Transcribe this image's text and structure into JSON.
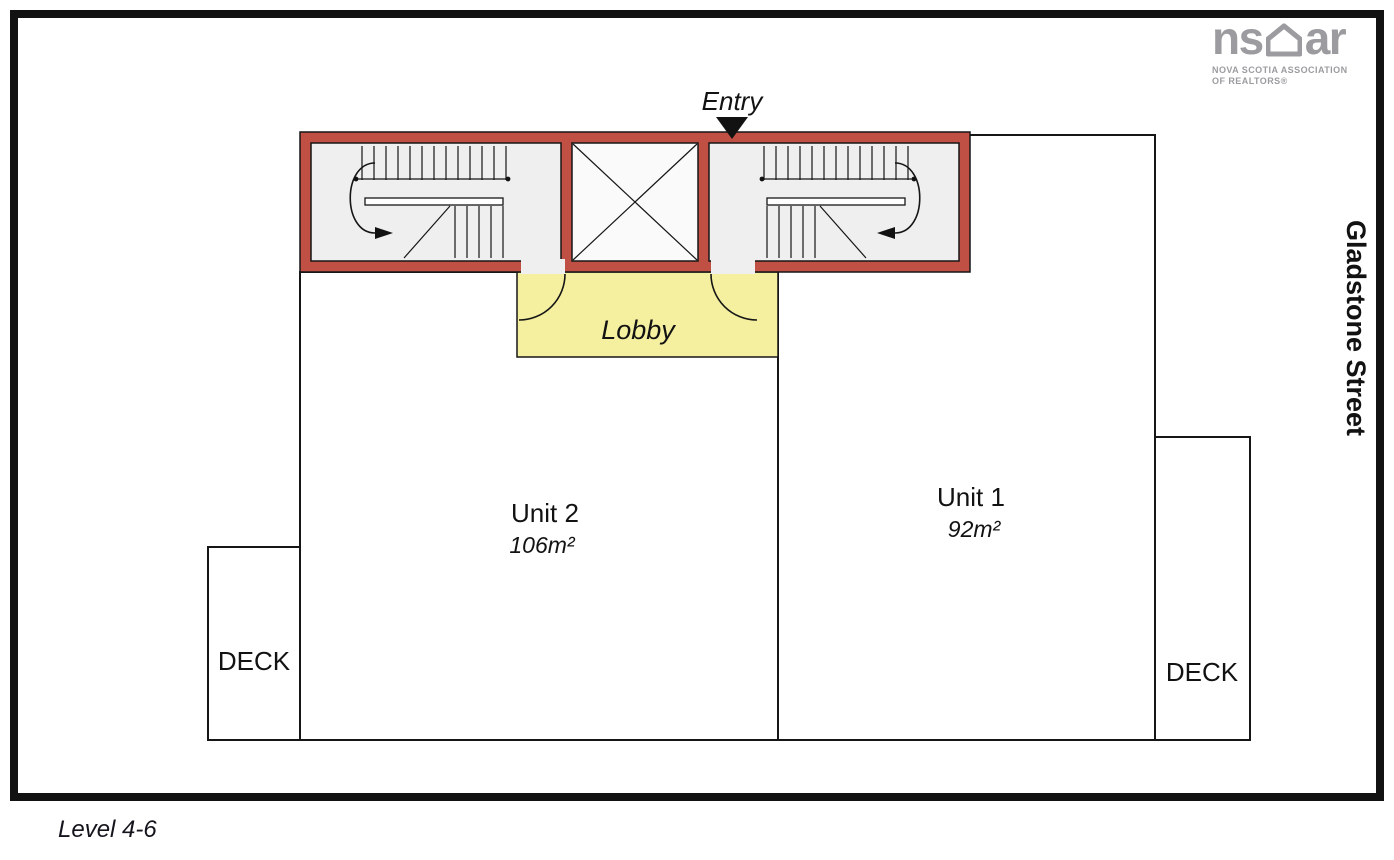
{
  "frame": {
    "level_label": "Level 4-6",
    "street_label": "Gladstone Street"
  },
  "logo": {
    "word_left": "ns",
    "word_right": "ar",
    "sub_line1": "NOVA SCOTIA ASSOCIATION",
    "sub_line2": "OF REALTORS®"
  },
  "plan": {
    "entry_label": "Entry",
    "lobby_label": "Lobby",
    "unit1_name": "Unit 1",
    "unit1_area": "92m²",
    "unit2_name": "Unit 2",
    "unit2_area": "106m²",
    "deck_left_label": "DECK",
    "deck_right_label": "DECK"
  },
  "colors": {
    "wall_red": "#c04f44",
    "lobby_yellow": "#f5f0a0",
    "stair_floor": "#efefef",
    "shaft_floor": "#fafafa",
    "logo_gray": "#9c9ca0",
    "ink": "#161616"
  }
}
